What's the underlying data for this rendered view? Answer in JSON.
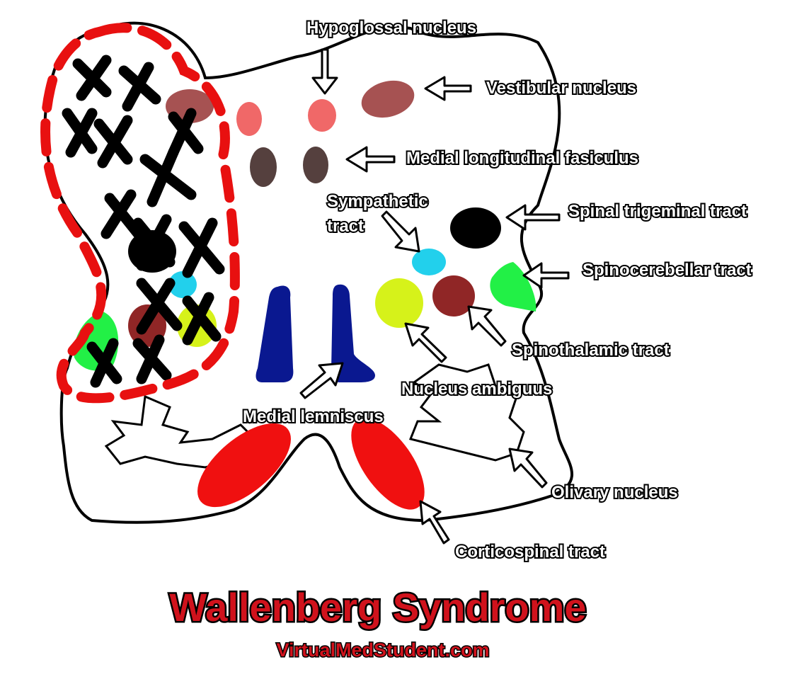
{
  "title": "Wallenberg Syndrome",
  "website": "VirtualMedStudent.com",
  "labels": {
    "hypoglossal": "Hypoglossal nucleus",
    "vestibular": "Vestibular nucleus",
    "mlf": "Medial longitudinal fasiculus",
    "sympathetic_1": "Sympathetic",
    "sympathetic_2": "tract",
    "spinal_trigeminal": "Spinal trigeminal tract",
    "spinocerebellar": "Spinocerebellar tract",
    "spinothalamic": "Spinothalamic tract",
    "nucleus_ambiguus": "Nucleus ambiguus",
    "medial_lemniscus": "Medial lemniscus",
    "olivary": "Olivary nucleus",
    "corticospinal": "Corticospinal tract"
  },
  "colors": {
    "hypoglossal": "#f06868",
    "vestibular": "#a65252",
    "mlf": "#55403e",
    "spinal_trigeminal": "#000000",
    "sympathetic": "#22d0ec",
    "nucleus_ambiguus": "#d6f21a",
    "spinothalamic": "#902626",
    "spinocerebellar": "#22f046",
    "medial_lemniscus": "#0a1890",
    "corticospinal": "#f01010",
    "lesion_outline": "#e81010",
    "title": "#d0121c"
  },
  "lesion": {
    "side": "left lateral medulla",
    "marker": "black X marks"
  }
}
